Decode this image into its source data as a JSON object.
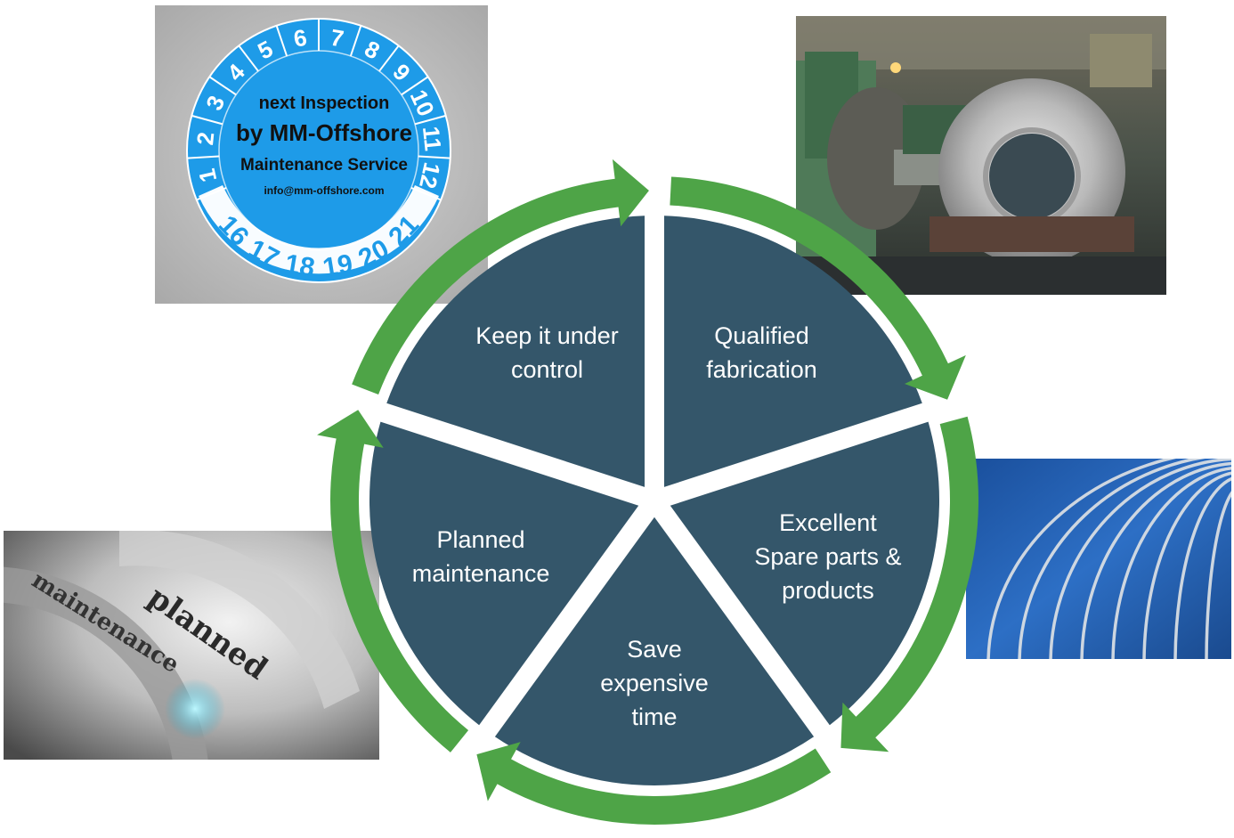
{
  "cycle": {
    "segments": [
      {
        "label": "Qualified\nfabrication"
      },
      {
        "label": "Excellent\nSpare parts &\nproducts"
      },
      {
        "label": "Save\nexpensive\ntime"
      },
      {
        "label": "Planned\nmaintenance"
      },
      {
        "label": "Keep it under\ncontrol"
      }
    ],
    "colors": {
      "segment": "#34566a",
      "arrow": "#4ea447",
      "text": "#ffffff"
    }
  },
  "photos": {
    "sticker": {
      "line1": "next Inspection",
      "line2": "by MM-Offshore",
      "line3": "Maintenance Service",
      "line4": "info@mm-offshore.com",
      "months": [
        "1",
        "2",
        "3",
        "4",
        "5",
        "6",
        "7",
        "8",
        "9",
        "10",
        "11",
        "12"
      ],
      "years": [
        "16",
        "17",
        "18",
        "19",
        "20",
        "21"
      ],
      "color": "#1e9be8"
    },
    "gears": {
      "word1": "planned",
      "word2": "maintenance"
    },
    "machine": {
      "icon": "industrial-lathe-photo"
    },
    "mesh": {
      "icon": "spiral-wire-photo"
    }
  }
}
